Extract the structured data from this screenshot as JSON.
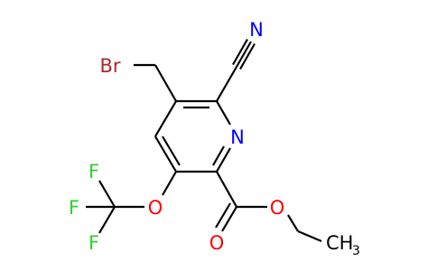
{
  "colors": {
    "bond": "#000000",
    "bromine": "#a52a2a",
    "nitrogen": "#0000ff",
    "oxygen": "#ff0000",
    "fluorine": "#33cc33",
    "carbon": "#000000"
  },
  "atoms": {
    "br": "Br",
    "n_nitrile": "N",
    "n_ring": "N",
    "o_ether": "O",
    "o_carbonyl": "O",
    "o_ester": "O",
    "f1": "F",
    "f2": "F",
    "f3": "F",
    "ch3_c": "CH",
    "ch3_sub": "3"
  }
}
